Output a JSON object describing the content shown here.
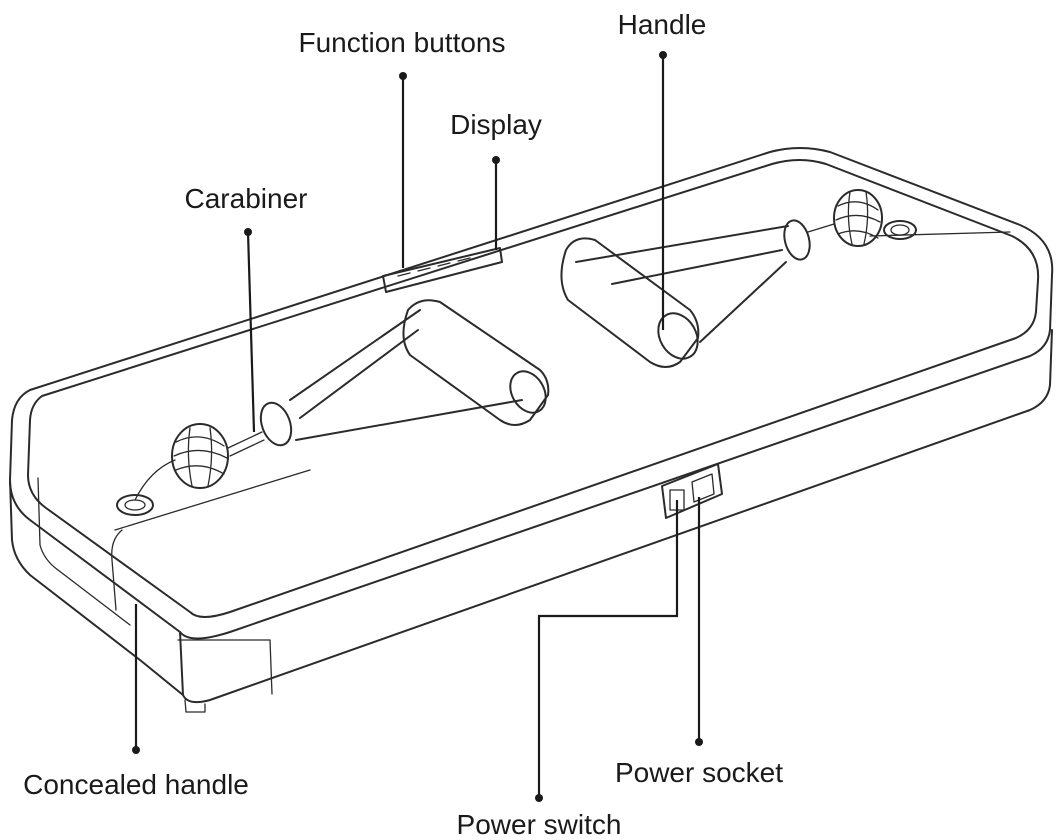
{
  "title": "",
  "labels": {
    "function_buttons": "Function buttons",
    "handle": "Handle",
    "display": "Display",
    "carabiner": "Carabiner",
    "concealed_handle": "Concealed handle",
    "power_socket": "Power socket",
    "power_switch": "Power switch"
  },
  "colors": {
    "line": "#2b2b2b",
    "text": "#1a1a1a",
    "background": "#ffffff"
  }
}
